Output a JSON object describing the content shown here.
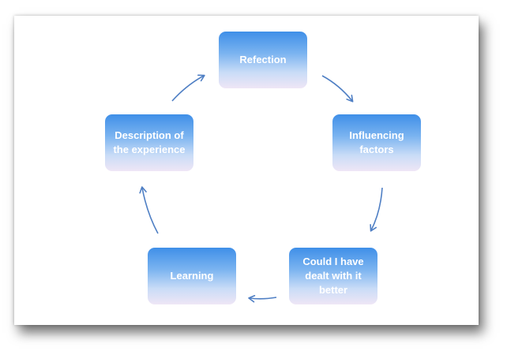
{
  "diagram": {
    "nodes": [
      {
        "id": "reflection",
        "label": "Refection"
      },
      {
        "id": "influencing-factors",
        "label": "Influencing factors"
      },
      {
        "id": "could-i-have",
        "label": "Could I have dealt with it better"
      },
      {
        "id": "learning",
        "label": "Learning"
      },
      {
        "id": "description",
        "label": "Description of the experience"
      }
    ],
    "edges": [
      {
        "from": "reflection",
        "to": "influencing-factors"
      },
      {
        "from": "influencing-factors",
        "to": "could-i-have"
      },
      {
        "from": "could-i-have",
        "to": "learning"
      },
      {
        "from": "learning",
        "to": "description"
      },
      {
        "from": "description",
        "to": "reflection"
      }
    ],
    "colors": {
      "node_top": "#3f8fe8",
      "node_bottom": "#efe6f6",
      "arrow": "#4f7fc4",
      "node_text": "#ffffff"
    }
  }
}
